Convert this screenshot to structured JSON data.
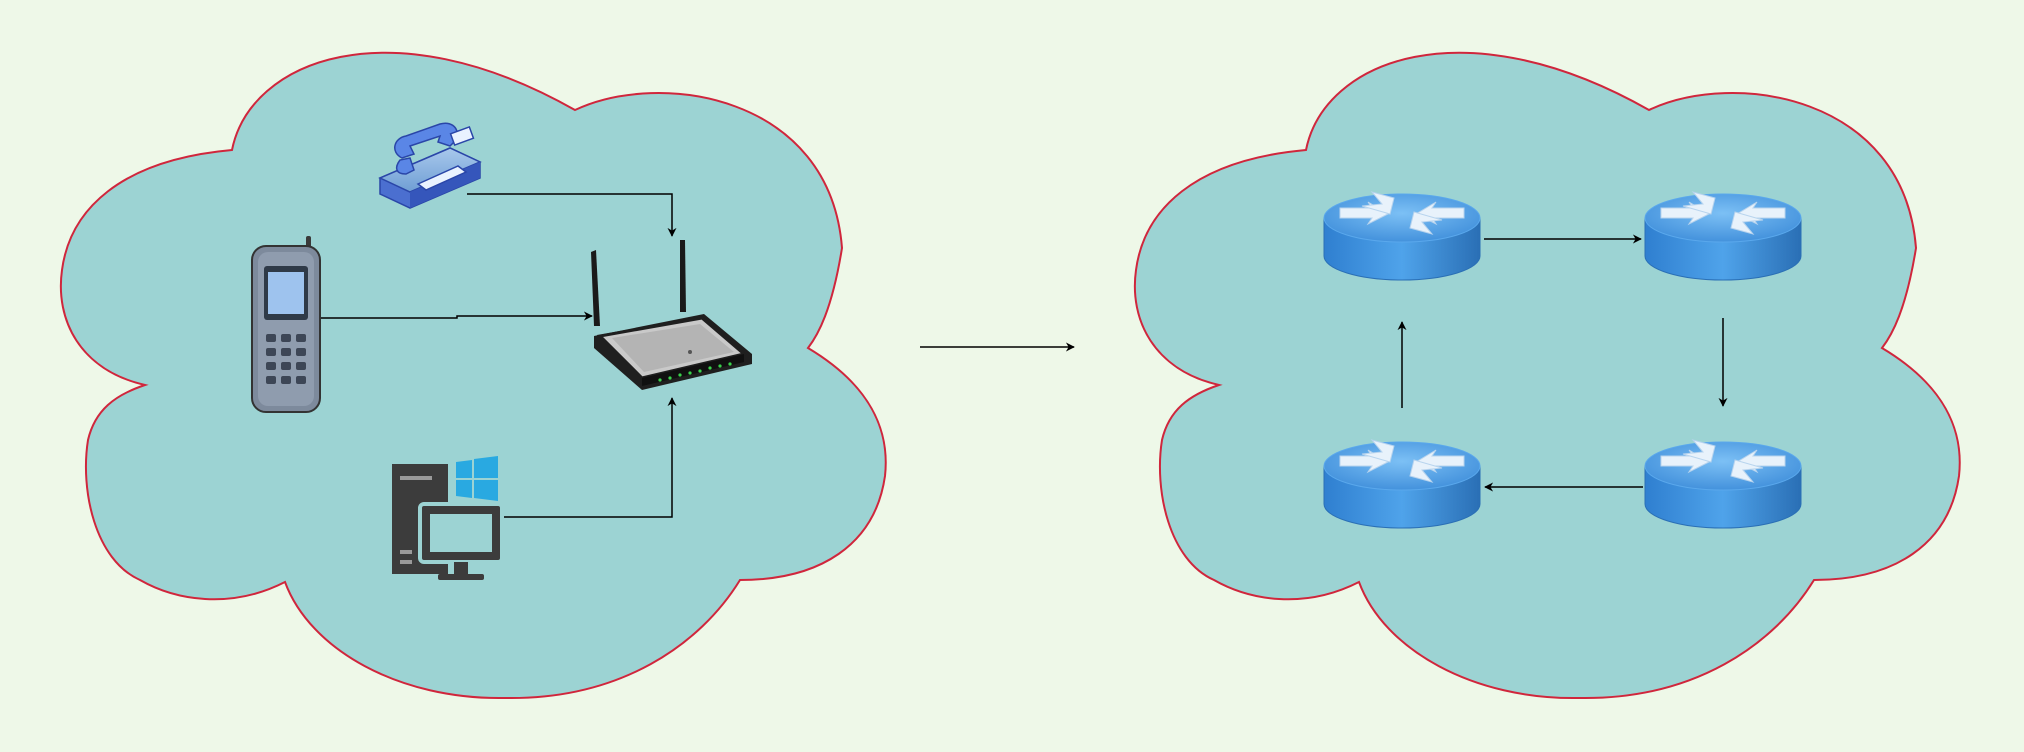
{
  "diagram": {
    "colors": {
      "background": "#eef8e8",
      "cloud_fill": "#9cd3d3",
      "cloud_stroke": "#d0263c",
      "router_blue": "#3f8fd8",
      "router_blue_dark": "#2a6fb5",
      "arrow": "#000000"
    },
    "left_cloud": {
      "nodes": [
        {
          "id": "phone",
          "icon": "desk-telephone-icon"
        },
        {
          "id": "mobile",
          "icon": "mobile-phone-icon"
        },
        {
          "id": "computer",
          "icon": "windows-pc-icon"
        },
        {
          "id": "wifi",
          "icon": "wireless-router-icon"
        }
      ],
      "edges": [
        {
          "from": "phone",
          "to": "wifi"
        },
        {
          "from": "mobile",
          "to": "wifi"
        },
        {
          "from": "computer",
          "to": "wifi"
        }
      ]
    },
    "transition": {
      "from": "left_cloud",
      "to": "right_cloud"
    },
    "right_cloud": {
      "nodes": [
        {
          "id": "router-top-left",
          "icon": "router-icon"
        },
        {
          "id": "router-top-right",
          "icon": "router-icon"
        },
        {
          "id": "router-bottom-right",
          "icon": "router-icon"
        },
        {
          "id": "router-bottom-left",
          "icon": "router-icon"
        }
      ],
      "edges": [
        {
          "from": "router-top-left",
          "to": "router-top-right"
        },
        {
          "from": "router-top-right",
          "to": "router-bottom-right"
        },
        {
          "from": "router-bottom-right",
          "to": "router-bottom-left"
        },
        {
          "from": "router-bottom-left",
          "to": "router-top-left"
        }
      ]
    }
  }
}
